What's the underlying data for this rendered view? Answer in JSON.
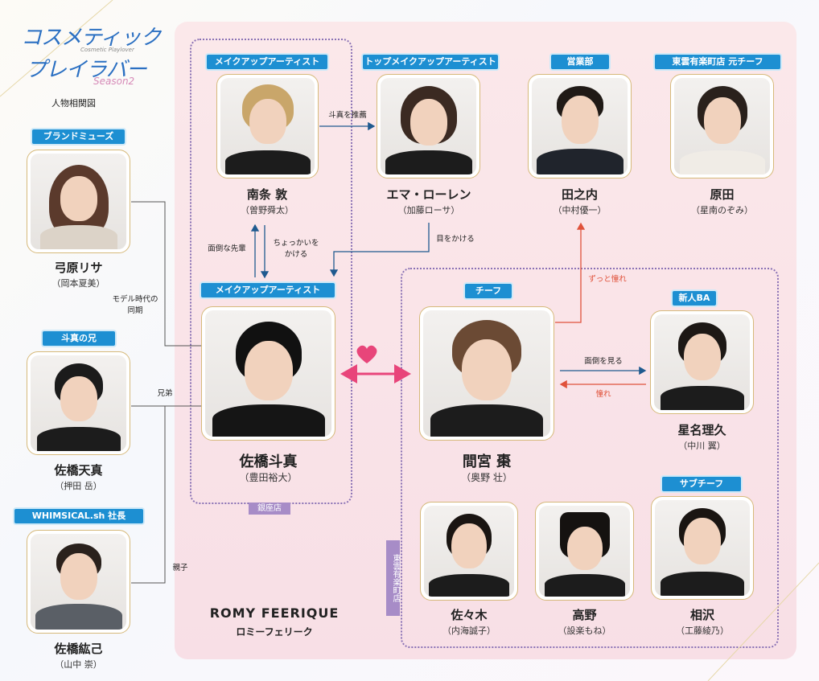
{
  "logo": {
    "line1": "コスメティック",
    "line2": "プレイラバー",
    "english": "Cosmetic Playlover",
    "season": "Season2",
    "subtitle": "人物相関図"
  },
  "store": {
    "name_en": "ROMY FEERIQUE",
    "name_ja": "ロミーフェリーク",
    "ginza_tag": "銀座店",
    "higashi_tag": "東雲有楽町店"
  },
  "people": {
    "yumihara": {
      "role": "ブランドミューズ",
      "name": "弓原リサ",
      "actor": "（岡本夏美）"
    },
    "tenma": {
      "role": "斗真の兄",
      "name": "佐橋天真",
      "actor": "（押田 岳）"
    },
    "koji": {
      "role": "WHIMSICAL.sh 社長",
      "name": "佐橋紘己",
      "actor": "（山中 崇）"
    },
    "nanjo": {
      "role": "メイクアップアーティスト",
      "name": "南条 敦",
      "actor": "（曽野舜太）"
    },
    "toma": {
      "role": "メイクアップアーティスト",
      "name": "佐橋斗真",
      "actor": "（豊田裕大）"
    },
    "emma": {
      "role": "トップメイクアップアーティスト",
      "name": "エマ・ローレン",
      "actor": "（加藤ローサ）"
    },
    "tanouchi": {
      "role": "営業部",
      "name": "田之内",
      "actor": "（中村優一）"
    },
    "harada": {
      "role": "東雲有楽町店 元チーフ",
      "name": "原田",
      "actor": "（星南のぞみ）"
    },
    "mamiya": {
      "role": "チーフ",
      "name": "間宮 棗",
      "actor": "（奥野 壮）"
    },
    "hoshina": {
      "role": "新人BA",
      "name": "星名理久",
      "actor": "（中川 翼）"
    },
    "sasaki": {
      "name": "佐々木",
      "actor": "（内海誠子）"
    },
    "takano": {
      "name": "高野",
      "actor": "（設楽もね）"
    },
    "aizawa": {
      "role": "サブチーフ",
      "name": "相沢",
      "actor": "（工藤綾乃）"
    }
  },
  "relations": {
    "recommend": "斗真を推薦",
    "mendou_senpai": "面倒な先輩",
    "chokkai_1": "ちょっかいを",
    "chokkai_2": "かける",
    "me_wo_kakeru": "目をかける",
    "model_1": "モデル時代の",
    "model_2": "同期",
    "kyoudai": "兄弟",
    "oyako": "親子",
    "zutto": "ずっと憧れ",
    "mendou_miru": "面倒を見る",
    "akogare": "憧れ"
  },
  "colors": {
    "badge": "#1d8fd2",
    "arrow_blue": "#1f5a8f",
    "arrow_red": "#e0523b",
    "heart": "#e8457a",
    "tag": "#a78cc7"
  }
}
